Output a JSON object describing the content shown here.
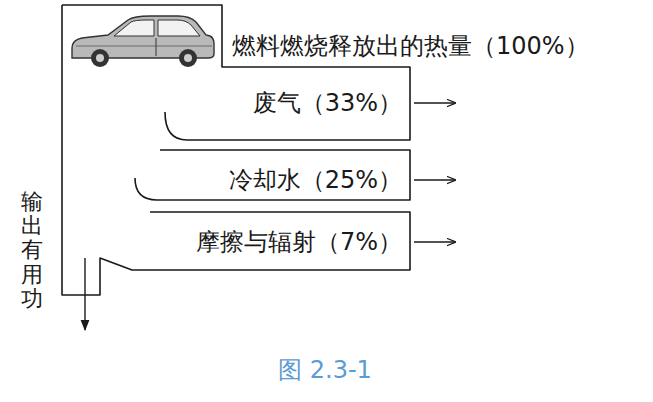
{
  "diagram": {
    "caption": "图 2.3-1",
    "labels": [
      "燃料燃烧释放出的热量（100%）",
      "废气（33%）",
      "冷却水（25%）",
      "摩擦与辐射（7%）",
      "输出有用功"
    ]
  }
}
